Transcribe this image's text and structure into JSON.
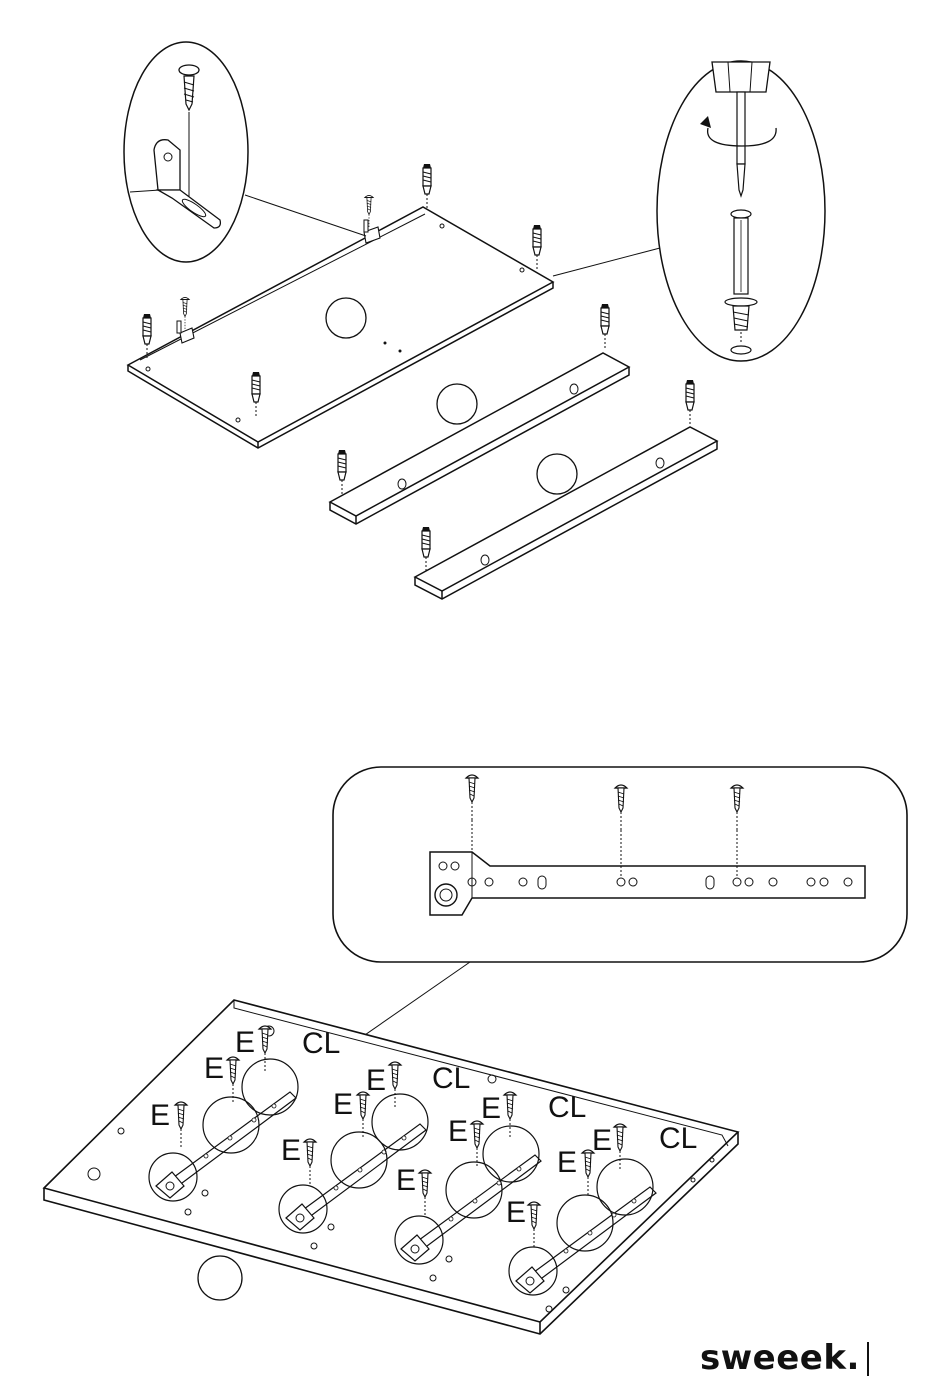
{
  "brand": {
    "name": "sweeek."
  },
  "labels": {
    "screw": "E",
    "slide": "CL"
  },
  "icons": [
    "screw-icon",
    "cam-bolt-icon",
    "screwdriver-icon",
    "rotation-arrow-icon",
    "l-bracket-icon",
    "drawer-slide-icon"
  ],
  "colors": {
    "ink": "#111111",
    "background": "#ffffff"
  }
}
